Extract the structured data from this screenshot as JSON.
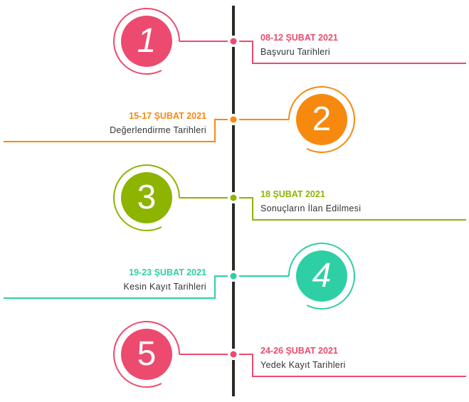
{
  "timeline_color": "#2a2a25",
  "items": [
    {
      "number": "1",
      "date": "08-12 ŞUBAT 2021",
      "label": "Başvuru Tarihleri",
      "color": "#ec4a6e",
      "side": "left",
      "italic": true
    },
    {
      "number": "2",
      "date": "15-17 ŞUBAT 2021",
      "label": "Değerlendirme Tarihleri",
      "color": "#f7890f",
      "side": "right",
      "italic": false
    },
    {
      "number": "3",
      "date": "18 ŞUBAT 2021",
      "label": "Sonuçların İlan Edilmesi",
      "color": "#8cb400",
      "side": "left",
      "italic": false
    },
    {
      "number": "4",
      "date": "19-23 ŞUBAT 2021",
      "label": "Kesin Kayıt Tarihleri",
      "color": "#2ecfa5",
      "side": "right",
      "italic": true
    },
    {
      "number": "5",
      "date": "24-26 ŞUBAT 2021",
      "label": "Yedek Kayıt Tarihleri",
      "color": "#ec4a6e",
      "side": "left",
      "italic": false
    }
  ]
}
